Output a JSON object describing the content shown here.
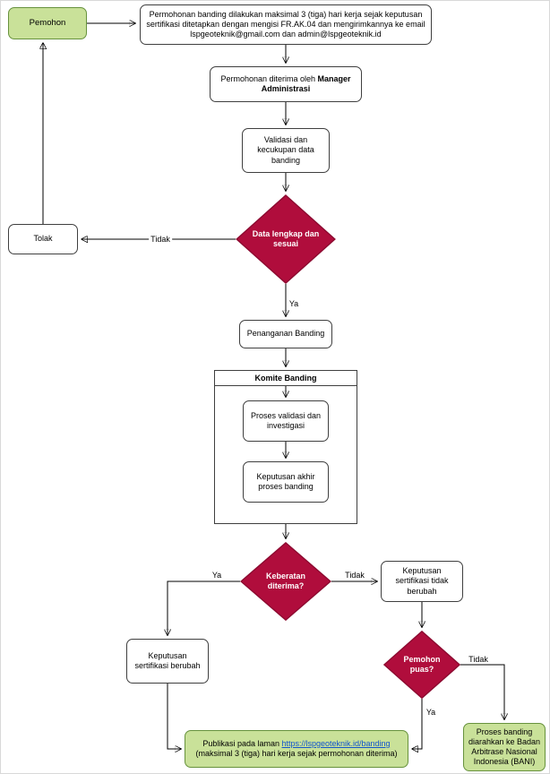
{
  "colors": {
    "green_fill": "#c9e199",
    "green_border": "#67923d",
    "red_fill": "#b00d3c",
    "red_border": "#8c0a30",
    "link": "#1155cc"
  },
  "nodes": {
    "pemohon": "Pemohon",
    "permohonan_info": "Permohonan banding dilakukan maksimal 3 (tiga) hari kerja sejak keputusan sertifikasi ditetapkan dengan mengisi FR.AK.04 dan mengirimkannya ke email lspgeoteknik@gmail.com dan admin@lspgeoteknik.id",
    "diterima_text": "Permohonan diterima oleh ",
    "diterima_bold": "Manager Administrasi",
    "validasi": "Validasi dan kecukupan data banding",
    "tolak": "Tolak",
    "data_lengkap": "Data lengkap dan sesuai",
    "penanganan": "Penanganan Banding",
    "komite_title": "Komite Banding",
    "proses_validasi": "Proses validasi dan investigasi",
    "keputusan_akhir": "Keputusan akhir proses banding",
    "keberatan": "Keberatan diterima?",
    "keputusan_tidak_berubah": "Keputusan sertifikasi tidak berubah",
    "keputusan_berubah": "Keputusan sertifikasi berubah",
    "pemohon_puas": "Pemohon puas?",
    "publikasi_prefix": "Publikasi pada laman ",
    "publikasi_link": "https://lspgeoteknik.id/banding",
    "publikasi_suffix": "(maksimal 3 (tiga) hari kerja sejak permohonan diterima)",
    "bani": "Proses banding diarahkan ke Badan Arbitrase Nasional Indonesia (BANI)"
  },
  "edge_labels": {
    "data_tidak": "Tidak",
    "data_ya": "Ya",
    "keberatan_ya": "Ya",
    "keberatan_tidak": "Tidak",
    "puas_tidak": "Tidak",
    "puas_ya": "Ya"
  }
}
